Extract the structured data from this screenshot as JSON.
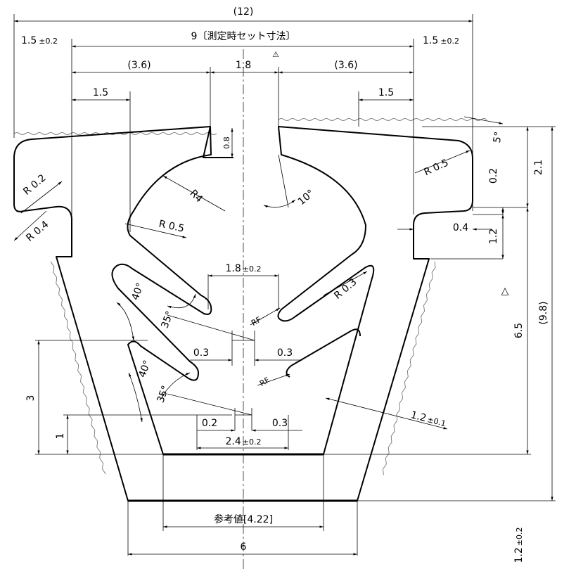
{
  "dimensions": {
    "overall_width": "(12)",
    "measuring_width": "9〔測定時セット寸法〕",
    "left_edge": "1.5",
    "left_edge_tol": "±0.2",
    "right_edge": "1.5",
    "right_edge_tol": "±0.2",
    "left_upper": "(3.6)",
    "center_gap": "1.8",
    "right_upper": "(3.6)",
    "left_offset": "1.5",
    "right_offset": "1.5",
    "slot_depth": "0.8",
    "angle_top": "5°",
    "right_h1": "2.1",
    "right_h2": "0.2",
    "right_h3": "1.2",
    "lip_width": "0.4",
    "right_body": "6.5",
    "right_total": "(9.8)",
    "bottom_lip": "1.2",
    "bottom_lip_tol": "±0.2",
    "fin_gap": "1.8",
    "fin_gap_tol": "±0.2",
    "fin_t1_left": "0.3",
    "fin_t1_right": "0.3",
    "fin_t2_left": "0.2",
    "fin_t2_right": "0.3",
    "inner_base": "2.4",
    "inner_base_tol": "±0.2",
    "ref_value": "参考値[4.22]",
    "base_width": "6",
    "left_h_big": "3",
    "left_h_small": "1",
    "wall": "1.2",
    "wall_tol": "±0.1"
  },
  "radii": {
    "r_top_left": "R 0.2",
    "r_left_lower": "R 0.4",
    "r_cavity": "R4",
    "r_cavity_bottom": "R 0.5",
    "r_right_top": "R 0.5",
    "r_fin": "R 0.3",
    "rf_upper": "RF",
    "rf_lower": "RF"
  },
  "angles": {
    "a10": "10°",
    "a40_upper": "40°",
    "a35_upper": "35°",
    "a40_lower": "40°",
    "a35_lower": "35°"
  },
  "marks": {
    "delta_top": "⚠",
    "delta_right": "△"
  }
}
